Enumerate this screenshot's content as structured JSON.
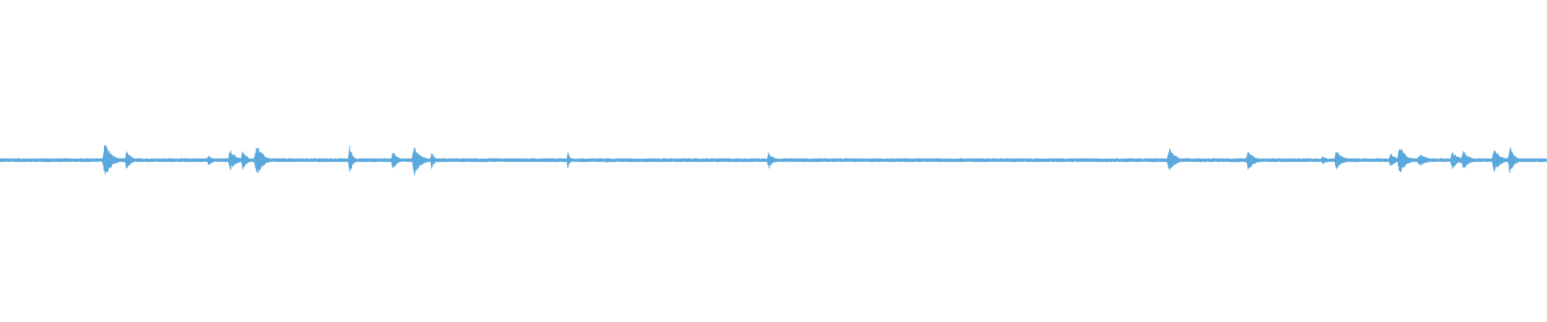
{
  "waveform": {
    "color": "#5aa8dc",
    "baseline_level": 0.0,
    "noise_level": 0.012,
    "duration_fraction": 1.0,
    "bursts": [
      {
        "t": 0.068,
        "amp": 0.115,
        "spread": 0.004
      },
      {
        "t": 0.082,
        "amp": 0.062,
        "spread": 0.003
      },
      {
        "t": 0.135,
        "amp": 0.035,
        "spread": 0.003
      },
      {
        "t": 0.149,
        "amp": 0.065,
        "spread": 0.004
      },
      {
        "t": 0.157,
        "amp": 0.06,
        "spread": 0.003
      },
      {
        "t": 0.166,
        "amp": 0.105,
        "spread": 0.004
      },
      {
        "t": 0.226,
        "amp": 0.095,
        "spread": 0.002
      },
      {
        "t": 0.254,
        "amp": 0.06,
        "spread": 0.003
      },
      {
        "t": 0.268,
        "amp": 0.095,
        "spread": 0.004
      },
      {
        "t": 0.279,
        "amp": 0.055,
        "spread": 0.002
      },
      {
        "t": 0.367,
        "amp": 0.06,
        "spread": 0.0015
      },
      {
        "t": 0.392,
        "amp": 0.018,
        "spread": 0.002
      },
      {
        "t": 0.497,
        "amp": 0.055,
        "spread": 0.003
      },
      {
        "t": 0.756,
        "amp": 0.075,
        "spread": 0.004
      },
      {
        "t": 0.807,
        "amp": 0.062,
        "spread": 0.004
      },
      {
        "t": 0.855,
        "amp": 0.03,
        "spread": 0.003
      },
      {
        "t": 0.864,
        "amp": 0.062,
        "spread": 0.004
      },
      {
        "t": 0.899,
        "amp": 0.05,
        "spread": 0.003
      },
      {
        "t": 0.905,
        "amp": 0.09,
        "spread": 0.004
      },
      {
        "t": 0.918,
        "amp": 0.035,
        "spread": 0.006
      },
      {
        "t": 0.939,
        "amp": 0.055,
        "spread": 0.004
      },
      {
        "t": 0.946,
        "amp": 0.06,
        "spread": 0.004
      },
      {
        "t": 0.966,
        "amp": 0.075,
        "spread": 0.004
      },
      {
        "t": 0.976,
        "amp": 0.09,
        "spread": 0.003
      }
    ]
  }
}
